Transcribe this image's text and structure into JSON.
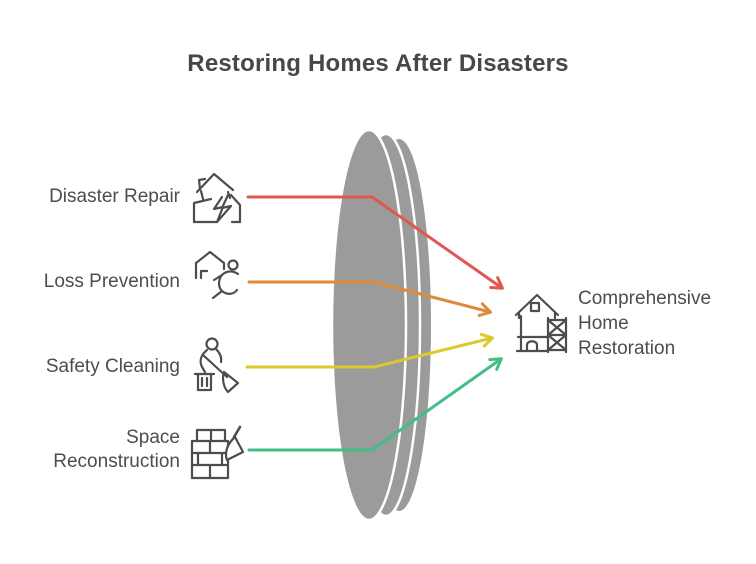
{
  "title": "Restoring Homes After Disasters",
  "colors": {
    "lens": "#9b9b9b",
    "lens_gap": "#ffffff",
    "text": "#4d4d4d",
    "icon_stroke": "#4d4d4d"
  },
  "items": [
    {
      "label": "Disaster Repair",
      "icon": "broken-house-icon",
      "color": "#e0574f"
    },
    {
      "label": "Loss Prevention",
      "icon": "house-falling-person-icon",
      "color": "#df8a3b"
    },
    {
      "label": "Safety Cleaning",
      "icon": "broom-trash-bin-icon",
      "color": "#dcc92d"
    },
    {
      "label": "Space Reconstruction",
      "icon": "brick-wall-trowel-icon",
      "color": "#41be86"
    }
  ],
  "result": {
    "label": "Comprehensive Home Restoration",
    "icon": "house-scaffolding-icon"
  }
}
